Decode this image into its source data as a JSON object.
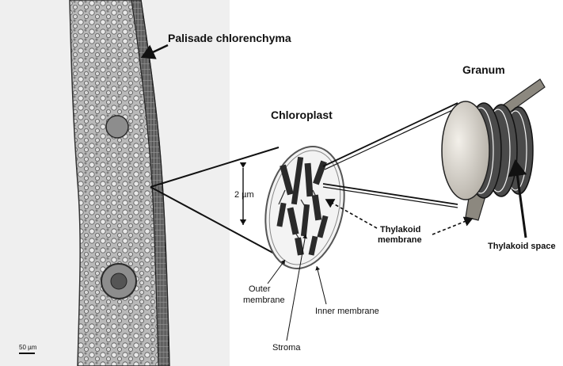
{
  "labels": {
    "palisade": "Palisade chlorenchyma",
    "chloroplast": "Chloroplast",
    "granum": "Granum",
    "scale_2um": "2 µm",
    "thylakoid_membrane_line1": "Thylakoid",
    "thylakoid_membrane_line2": "membrane",
    "thylakoid_space": "Thylakoid space",
    "outer_membrane_line1": "Outer",
    "outer_membrane_line2": "membrane",
    "inner_membrane": "Inner membrane",
    "stroma": "Stroma",
    "scale_50um": "50 µm"
  },
  "colors": {
    "micrograph_background": "#efefef",
    "tissue": "#8a8a8a",
    "tissue_dark": "#3a3a3a",
    "chloroplast_fill": "#f3f3f3",
    "thylakoid": "#2a2a2a",
    "granum_body": "#d6d2ca",
    "line": "#111111"
  }
}
